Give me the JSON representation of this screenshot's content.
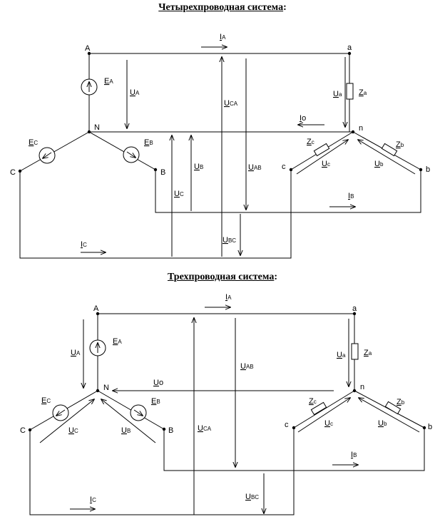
{
  "title_top": "Четырехпроводная система",
  "title_bottom": "Трехпроводная система",
  "colon": ":",
  "top": {
    "node_A": "A",
    "node_N": "N",
    "node_B": "B",
    "node_C": "C",
    "node_a": "a",
    "node_n": "n",
    "node_b": "b",
    "node_c": "c",
    "I_A": [
      "I",
      "A"
    ],
    "I_B": [
      "I",
      "B"
    ],
    "I_C": [
      "I",
      "C"
    ],
    "I_o": [
      "I",
      "o"
    ],
    "E_A": [
      "E",
      "A"
    ],
    "E_B": [
      "E",
      "B"
    ],
    "E_C": [
      "E",
      "C"
    ],
    "U_A": [
      "U",
      "A"
    ],
    "U_B": [
      "U",
      "B"
    ],
    "U_C": [
      "U",
      "C"
    ],
    "U_a": [
      "U",
      "a"
    ],
    "U_b": [
      "U",
      "b"
    ],
    "U_c": [
      "U",
      "c"
    ],
    "U_AB": [
      "U",
      "AB"
    ],
    "U_BC": [
      "U",
      "BC"
    ],
    "U_CA": [
      "U",
      "CA"
    ],
    "Z_a": [
      "Z",
      "a"
    ],
    "Z_b": [
      "Z",
      "b"
    ],
    "Z_c": [
      "Z",
      "c"
    ]
  },
  "bottom": {
    "node_A": "A",
    "node_N": "N",
    "node_B": "B",
    "node_C": "C",
    "node_a": "a",
    "node_n": "n",
    "node_b": "b",
    "node_c": "c",
    "I_A": [
      "I",
      "A"
    ],
    "I_B": [
      "I",
      "B"
    ],
    "I_C": [
      "I",
      "C"
    ],
    "U_o": [
      "U",
      "o"
    ],
    "E_A": [
      "E",
      "A"
    ],
    "E_B": [
      "E",
      "B"
    ],
    "E_C": [
      "E",
      "C"
    ],
    "U_A": [
      "U",
      "A"
    ],
    "U_B": [
      "U",
      "B"
    ],
    "U_C": [
      "U",
      "C"
    ],
    "U_a": [
      "U",
      "a"
    ],
    "U_b": [
      "U",
      "b"
    ],
    "U_c": [
      "U",
      "c"
    ],
    "U_AB": [
      "U",
      "AB"
    ],
    "U_BC": [
      "U",
      "BC"
    ],
    "U_CA": [
      "U",
      "CA"
    ],
    "Z_a": [
      "Z",
      "a"
    ],
    "Z_b": [
      "Z",
      "b"
    ],
    "Z_c": [
      "Z",
      "c"
    ]
  }
}
